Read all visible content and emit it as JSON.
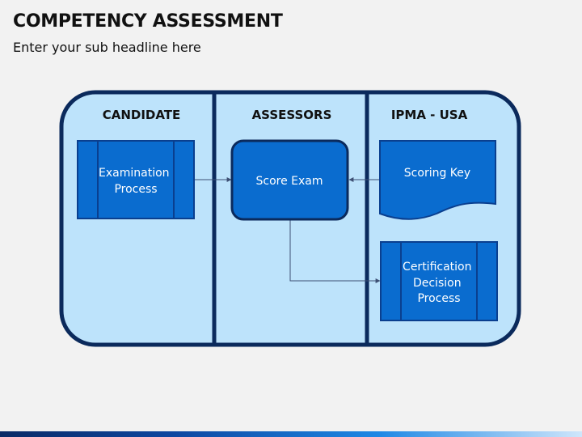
{
  "slide": {
    "title": "COMPETENCY ASSESSMENT",
    "subtitle": "Enter your sub headline here"
  },
  "lanes": [
    {
      "title": "CANDIDATE"
    },
    {
      "title": "ASSESSORS"
    },
    {
      "title": "IPMA - USA"
    }
  ],
  "shapes": {
    "examination": {
      "lines": [
        "Examination",
        "Process"
      ]
    },
    "score": {
      "lines": [
        "Score Exam"
      ]
    },
    "scoring_key": {
      "lines": [
        "Scoring Key"
      ]
    },
    "certification": {
      "lines": [
        "Certification",
        "Decision",
        "Process"
      ]
    }
  },
  "colors": {
    "background": "#f2f2f2",
    "container_fill": "#bde3fb",
    "outline": "#0b2a5c",
    "shape_fill": "#0a6ccf",
    "shape_stroke": "#0a3f8f",
    "connector": "#3d4f73"
  }
}
